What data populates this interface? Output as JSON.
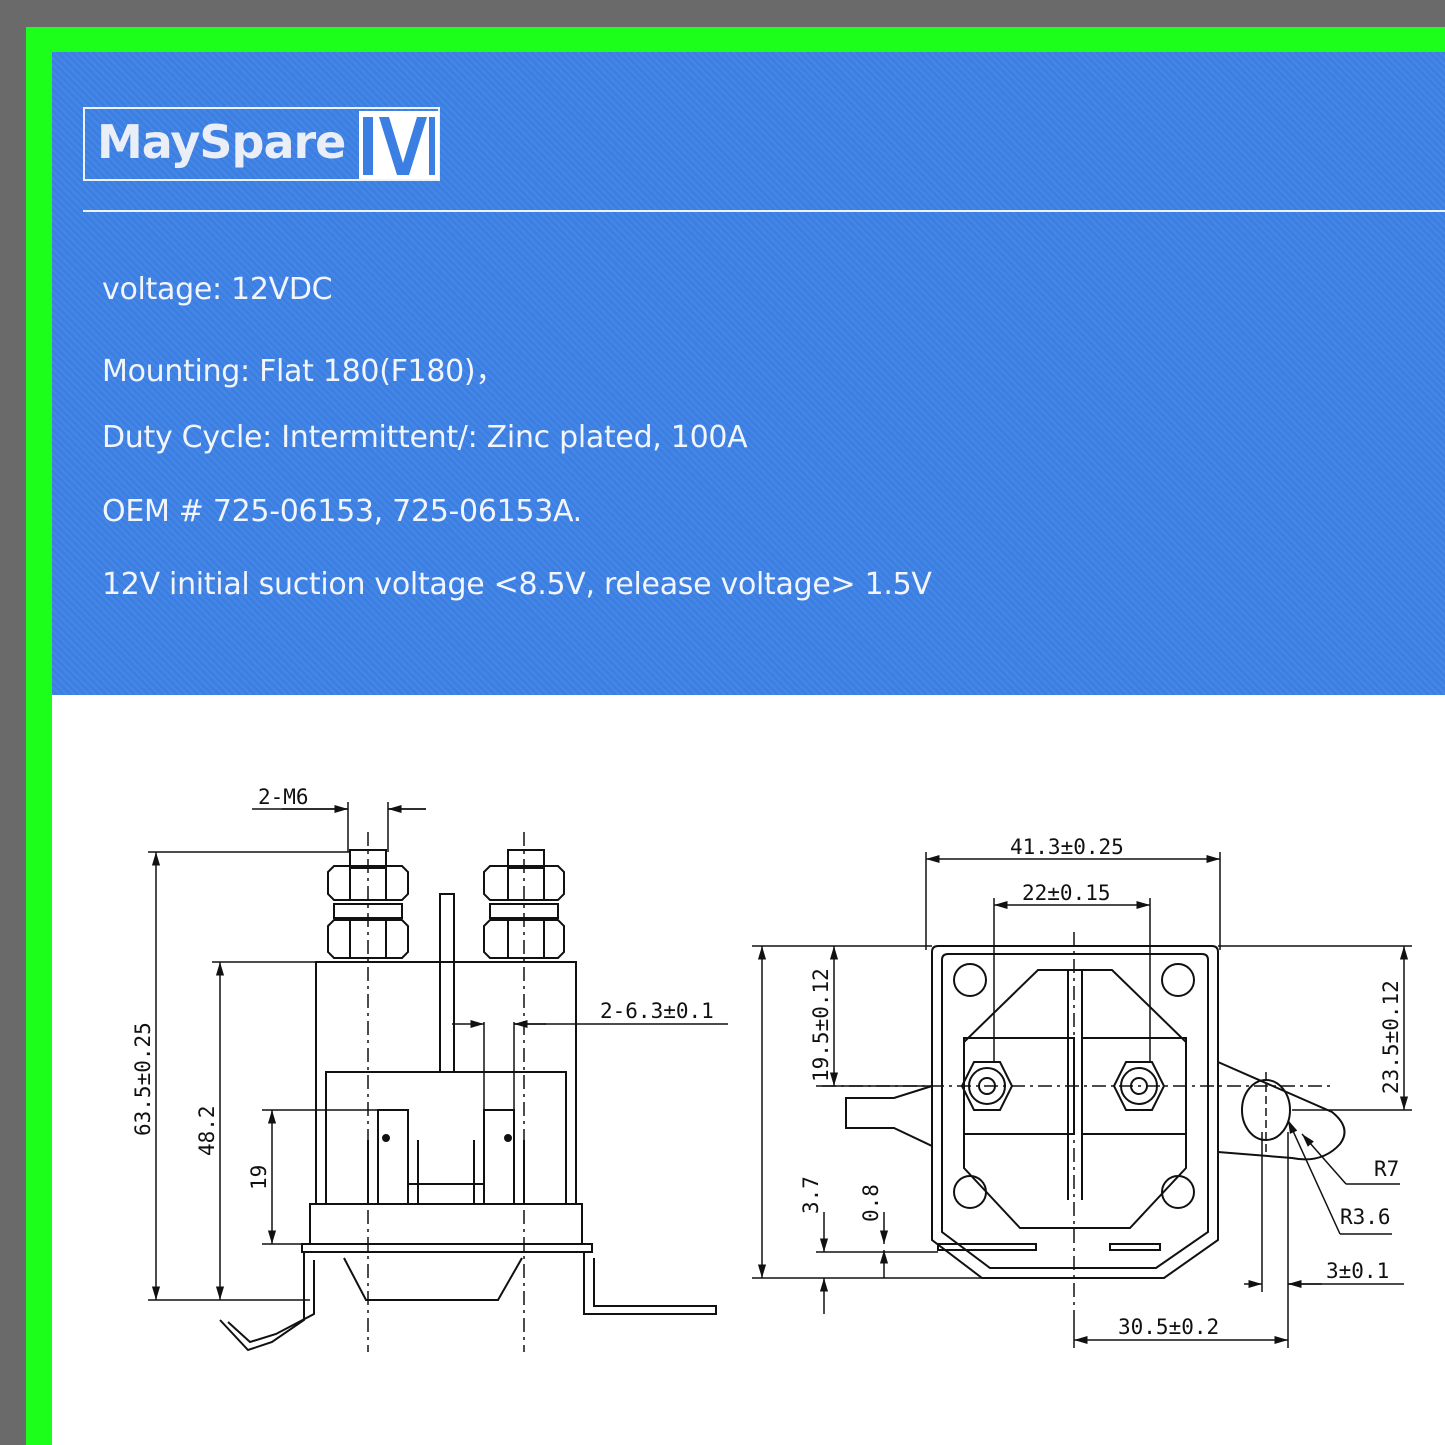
{
  "brand": {
    "name": "MaySpare"
  },
  "specs": [
    {
      "text": "voltage: 12VDC"
    },
    {
      "text": "Mounting: Flat 180(F180)，"
    },
    {
      "text": "Duty Cycle: Intermittent/: Zinc plated, 100A"
    },
    {
      "text": "OEM # 725-06153, 725-06153A."
    },
    {
      "text": "12V initial suction voltage <8.5V, release voltage> 1.5V"
    }
  ],
  "side_view": {
    "thread": "2-M6",
    "total_height": "63.5±0.25",
    "body_height": "48.2",
    "terminal_height": "19",
    "spade": "2-6.3±0.1"
  },
  "top_view": {
    "overall_width": "41.3±0.25",
    "stud_spacing": "22±0.15",
    "left_offset": "19.5±0.12",
    "right_offset": "23.5±0.12",
    "base_offset": "3.7",
    "flange": "0.8",
    "tab_radius": "R7",
    "hole_radius": "R3.6",
    "hole_width": "3±0.1",
    "tab_offset": "30.5±0.2"
  },
  "colors": {
    "blue": "#3c7fe3",
    "green": "#1bff1b",
    "frame": "#6a6a6a"
  }
}
